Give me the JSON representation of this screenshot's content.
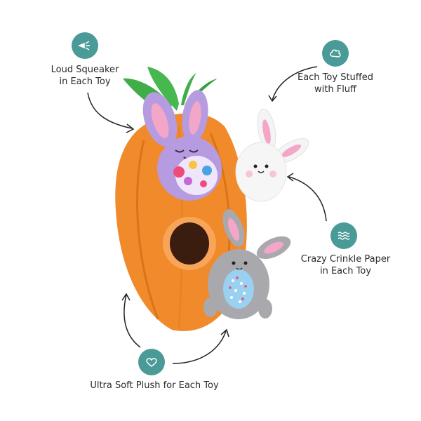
{
  "features": {
    "squeaker": {
      "label_line1": "Loud Squeaker",
      "label_line2": "in Each Toy",
      "icon": "squeaker-icon"
    },
    "stuffed": {
      "label_line1": "Each Toy Stuffed",
      "label_line2": "with Fluff",
      "icon": "fluff-icon"
    },
    "crinkle": {
      "label_line1": "Crazy Crinkle Paper",
      "label_line2": "in Each Toy",
      "icon": "waves-icon"
    },
    "plush": {
      "label_line1": "Ultra Soft Plush for Each Toy",
      "icon": "heart-icon"
    }
  },
  "colors": {
    "accent": "#4a9a97",
    "carrot": "#f08a2a",
    "leaf": "#3fae49",
    "purple_bunny": "#b79be0",
    "gray_bunny": "#a9a9ad",
    "white_bunny": "#f4f4f4",
    "pink": "#f3a6c8"
  }
}
